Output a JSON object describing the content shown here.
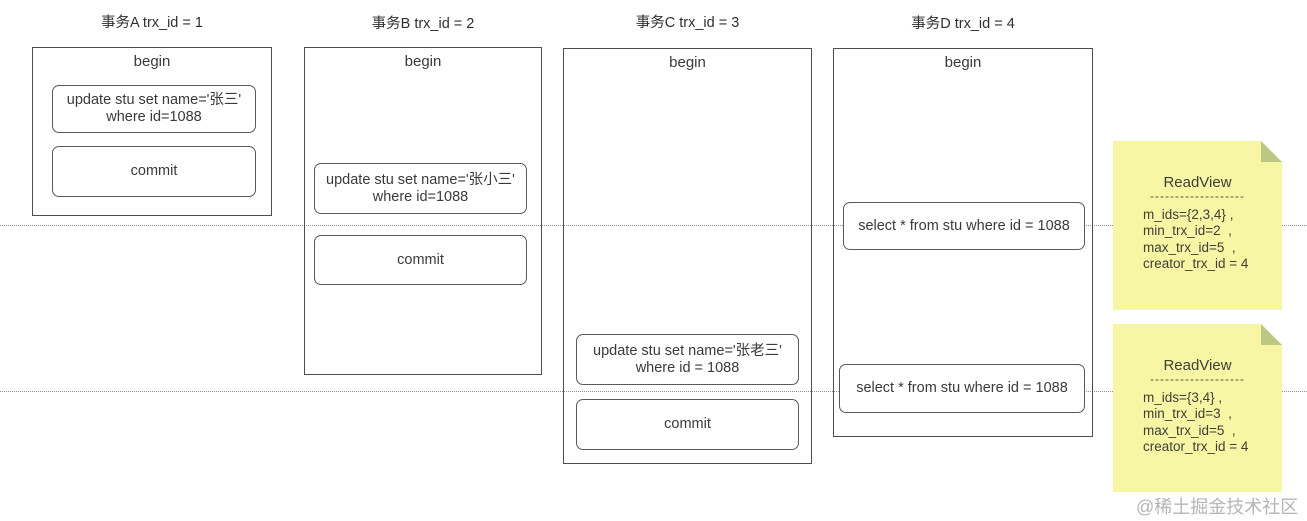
{
  "diagram_title": "MySQL MVCC ReadView transactions diagram",
  "colors": {
    "background": "#ffffff",
    "box_border": "#4d4d4d",
    "stmt_border": "#595959",
    "timeline_dotted": "#8f8f8f",
    "note_background": "#f7f6a5",
    "note_fold": "#bdc784",
    "text": "#333333",
    "watermark": "#b5b5b5"
  },
  "transactions": [
    {
      "title": "事务A trx_id = 1",
      "begin": "begin",
      "update_line1": "update stu set name='张三'",
      "update_line2": "where id=1088",
      "commit": "commit"
    },
    {
      "title": "事务B trx_id = 2",
      "begin": "begin",
      "update_line1": "update stu set name='张小三'",
      "update_line2": "where id=1088",
      "commit": "commit"
    },
    {
      "title": "事务C trx_id = 3",
      "begin": "begin",
      "update_line1": "update stu set name='张老三'",
      "update_line2": "where id = 1088",
      "commit": "commit"
    },
    {
      "title": "事务D trx_id = 4",
      "begin": "begin",
      "select1": "select * from stu where id = 1088",
      "select2": "select * from stu where id = 1088"
    }
  ],
  "read_views": [
    {
      "title": "ReadView",
      "separator": "-------------------",
      "lines": [
        "m_ids={2,3,4} ,",
        "min_trx_id=2  ,",
        "max_trx_id=5  ,",
        "creator_trx_id = 4"
      ]
    },
    {
      "title": "ReadView",
      "separator": "-------------------",
      "lines": [
        "m_ids={3,4} ,",
        "min_trx_id=3  ,",
        "max_trx_id=5  ,",
        "creator_trx_id = 4"
      ]
    }
  ],
  "watermark": "@稀土掘金技术社区"
}
